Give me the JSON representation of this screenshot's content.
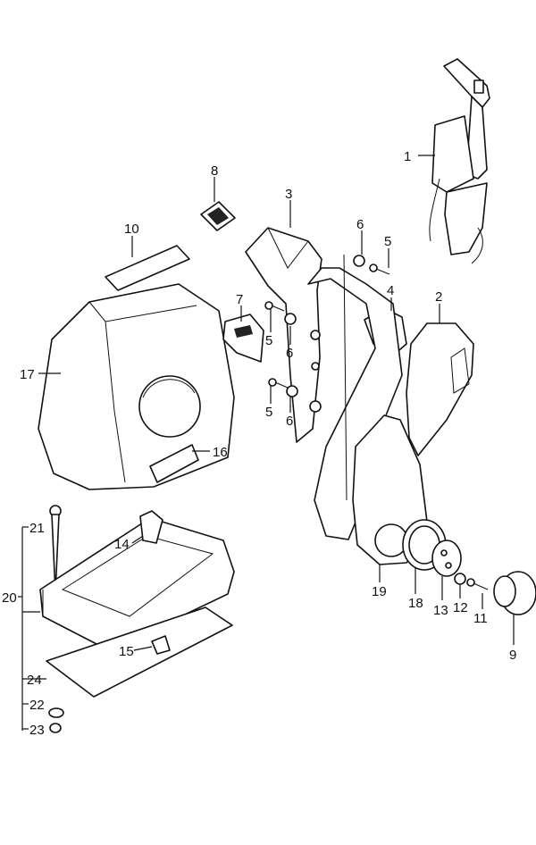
{
  "callouts": {
    "c1": "1",
    "c2": "2",
    "c3": "3",
    "c4": "4",
    "c5a": "5",
    "c5b": "5",
    "c5c": "5",
    "c6a": "6",
    "c6b": "6",
    "c6c": "6",
    "c7": "7",
    "c8": "8",
    "c9": "9",
    "c10": "10",
    "c11": "11",
    "c12": "12",
    "c13": "13",
    "c14": "14",
    "c15": "15",
    "c16": "16",
    "c17": "17",
    "c18": "18",
    "c19": "19",
    "c20": "20",
    "c21": "21",
    "c22": "22",
    "c23": "23",
    "c24": "24"
  },
  "colors": {
    "ink": "#111111",
    "paper": "#ffffff"
  }
}
